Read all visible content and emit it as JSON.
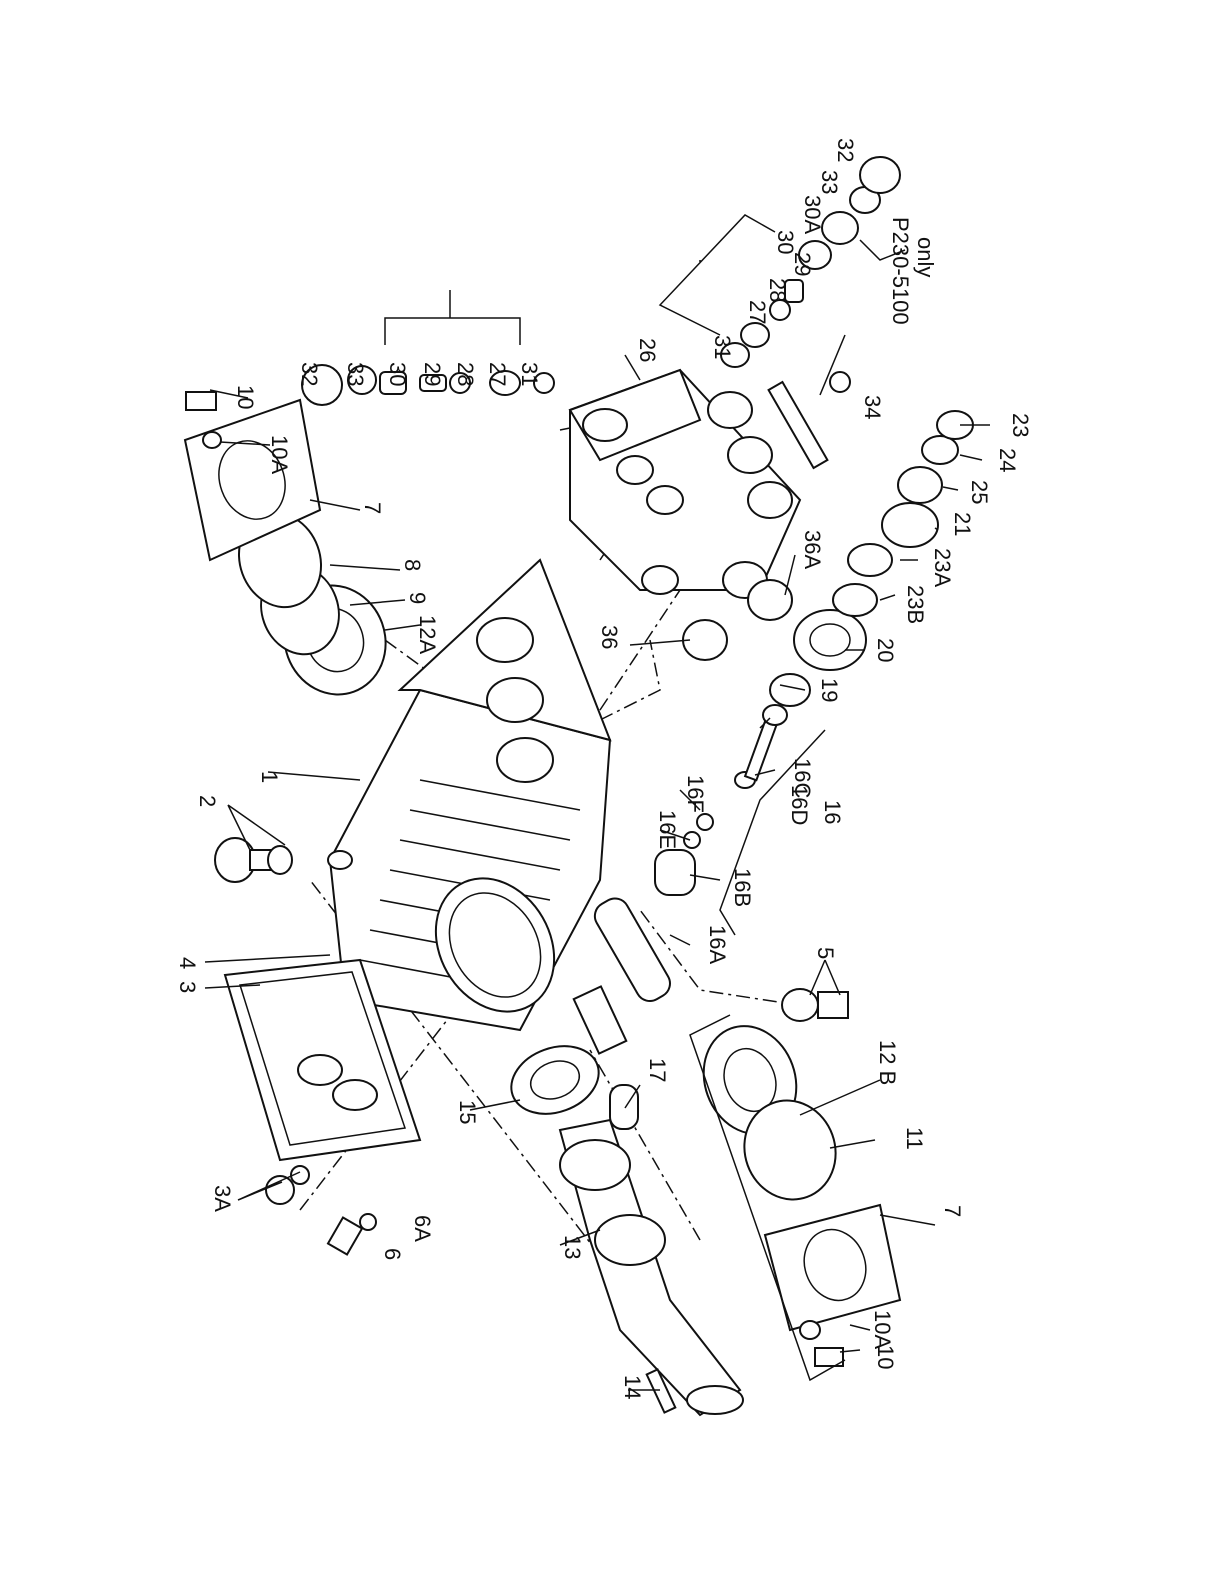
{
  "diagram": {
    "labels": {
      "p1": "1",
      "p2": "2",
      "p3": "3",
      "p3A": "3A",
      "p4": "4",
      "p5": "5",
      "p6": "6",
      "p6A": "6A",
      "p7a": "7",
      "p7b": "7",
      "p8": "8",
      "p9": "9",
      "p10a": "10",
      "p10b": "10",
      "p10Aa": "10A",
      "p10Ab": "10A",
      "p11": "11",
      "p12A": "12A",
      "p12B": "12 B",
      "p13": "13",
      "p14": "14",
      "p15": "15",
      "p16": "16",
      "p16A": "16A",
      "p16B": "16B",
      "p16C": "16C",
      "p16D": "16D",
      "p16E": "16E",
      "p16F": "16F",
      "p17": "17",
      "p19": "19",
      "p20": "20",
      "p21": "21",
      "p23": "23",
      "p23A": "23A",
      "p23B": "23B",
      "p24": "24",
      "p25": "25",
      "p26": "26",
      "p27a": "27",
      "p28a": "28",
      "p29a": "29",
      "p30a": "30",
      "p31a": "31",
      "p32a": "32",
      "p33a": "33",
      "p27b": "27",
      "p28b": "28",
      "p29b": "29",
      "p30b": "30",
      "p30Ab": "30A",
      "p31b": "31",
      "p32b": "32",
      "p33b": "33",
      "p34": "34",
      "p36": "36",
      "p36A": "36A"
    },
    "note_line1": "P230-5100",
    "note_line2": "only"
  }
}
